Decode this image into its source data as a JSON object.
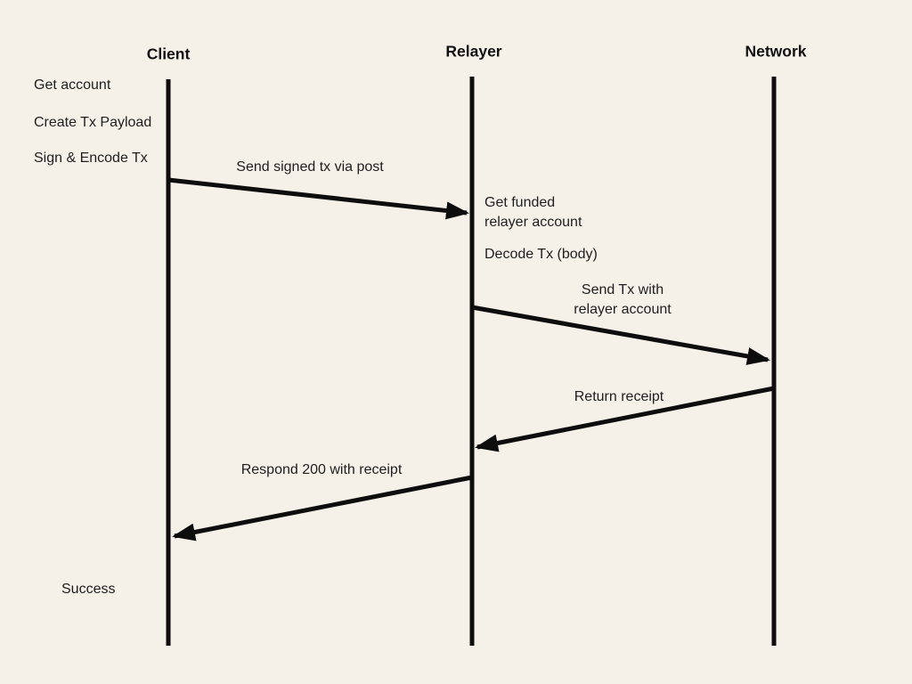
{
  "diagram": {
    "type": "sequence-diagram",
    "actors": [
      {
        "label": "Client"
      },
      {
        "label": "Relayer"
      },
      {
        "label": "Network"
      }
    ],
    "client_notes": [
      "Get account",
      "Create Tx Payload",
      "Sign & Encode Tx"
    ],
    "relayer_notes": [
      "Get funded\nrelayer account",
      "Decode Tx (body)"
    ],
    "messages": [
      {
        "from": "Client",
        "to": "Relayer",
        "label": "Send signed tx via post"
      },
      {
        "from": "Relayer",
        "to": "Network",
        "label": "Send Tx with\nrelayer account"
      },
      {
        "from": "Network",
        "to": "Relayer",
        "label": "Return receipt"
      },
      {
        "from": "Relayer",
        "to": "Client",
        "label": "Respond 200 with receipt"
      }
    ],
    "result_note": "Success"
  },
  "colors": {
    "background": "#F5F1E9",
    "ink": "#0D0D0D",
    "text": "#1E1E1E"
  }
}
